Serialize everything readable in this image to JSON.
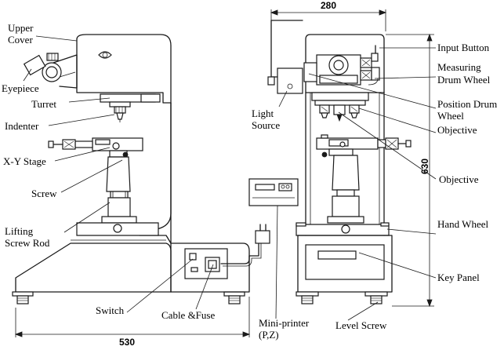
{
  "labels": {
    "upper_cover_1": "Upper",
    "upper_cover_2": "Cover",
    "eyepiece": "Eyepiece",
    "turret": "Turret",
    "indenter": "Indenter",
    "xy_stage": "X-Y Stage",
    "screw": "Screw",
    "lifting_1": "Lifting",
    "lifting_2": "Screw Rod",
    "switch": "Switch",
    "cable_fuse": "Cable &Fuse",
    "miniprinter_1": "Mini-printer",
    "miniprinter_2": "(P,Z)",
    "light_1": "Light",
    "light_2": "Source",
    "input_button": "Input Button",
    "measuring_1": "Measuring",
    "measuring_2": "Drum Wheel",
    "position_1": "Position Drum",
    "position_2": "Wheel",
    "objective_1": "Objective",
    "objective_2": "Objective",
    "hand_wheel": "Hand Wheel",
    "key_panel": "Key Panel",
    "level_screw": "Level Screw"
  },
  "dimensions": {
    "side_width": "530",
    "front_width": "280",
    "height": "630"
  }
}
